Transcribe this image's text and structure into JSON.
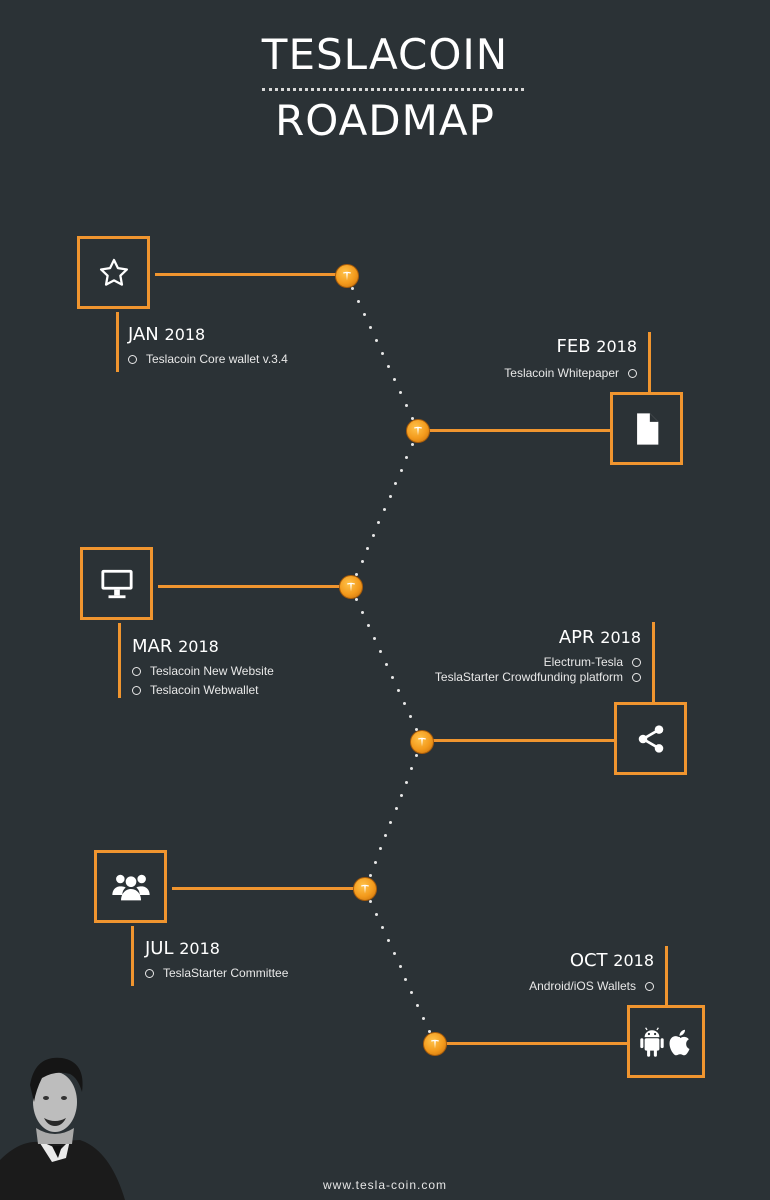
{
  "title": {
    "line1": "TESLACOIN",
    "line2": "ROADMAP"
  },
  "milestones": [
    {
      "month": "JAN",
      "year": "2018",
      "icon": "star-icon",
      "items": [
        "Teslacoin Core wallet v.3.4"
      ]
    },
    {
      "month": "FEB",
      "year": "2018",
      "icon": "document-icon",
      "items": [
        "Teslacoin Whitepaper"
      ]
    },
    {
      "month": "MAR",
      "year": "2018",
      "icon": "monitor-icon",
      "items": [
        "Teslacoin New Website",
        "Teslacoin Webwallet"
      ]
    },
    {
      "month": "APR",
      "year": "2018",
      "icon": "share-icon",
      "items": [
        "Electrum-Tesla",
        "TeslaStarter Crowdfunding platform"
      ]
    },
    {
      "month": "JUL",
      "year": "2018",
      "icon": "group-icon",
      "items": [
        "TeslaStarter Committee"
      ]
    },
    {
      "month": "OCT",
      "year": "2018",
      "icon": "android-apple-icon",
      "items": [
        "Android/iOS Wallets"
      ]
    }
  ],
  "footer": "www.tesla-coin.com",
  "colors": {
    "background": "#2b3236",
    "accent": "#f0952f",
    "coin": "#f39a1c",
    "text": "#ffffff"
  }
}
